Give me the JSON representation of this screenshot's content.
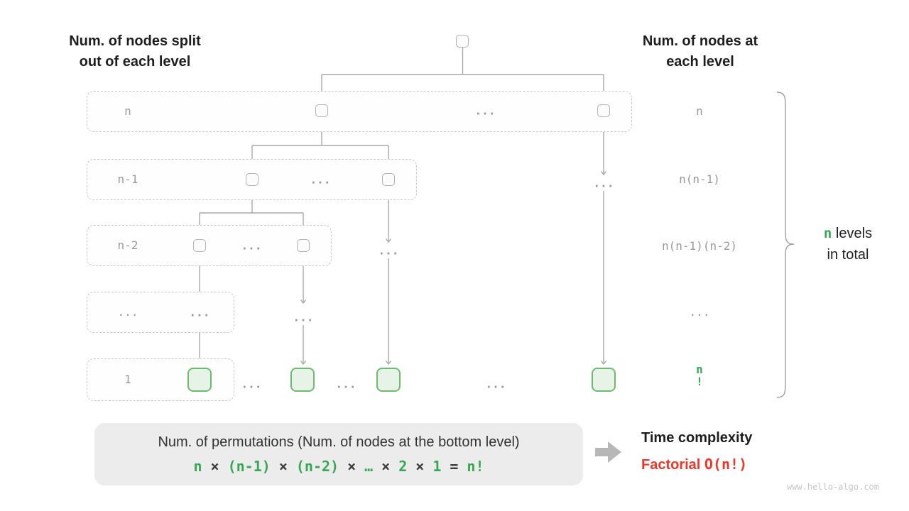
{
  "headers": {
    "left": "Num. of nodes split\nout of each level",
    "right": "Num. of nodes at\neach level"
  },
  "ellipsis": "...",
  "tree": {
    "levels": [
      {
        "split_label": "n",
        "count_label": "n"
      },
      {
        "split_label": "n-1",
        "count_label": "n(n-1)"
      },
      {
        "split_label": "n-2",
        "count_label": "n(n-1)(n-2)"
      },
      {
        "split_label": "...",
        "count_label": "..."
      },
      {
        "split_label": "1",
        "count_label": "n\n!"
      }
    ]
  },
  "brace": {
    "n": "n",
    "line1_rest": " levels",
    "line2": "in total"
  },
  "formula": {
    "title": "Num. of permutations (Num. of nodes at the bottom level)",
    "tokens": [
      "n",
      "×",
      "(n-1)",
      "×",
      "(n-2)",
      "×",
      "…",
      "×",
      "2",
      "×",
      "1",
      "=",
      "n!"
    ]
  },
  "result": {
    "title": "Time complexity",
    "complexity_name": "Factorial",
    "complexity_value": "O(n!)"
  },
  "watermark": "www.hello-algo.com",
  "colors": {
    "green": "#34a853",
    "green_node_border": "#6dbb6d",
    "green_node_fill": "#e7f3e7",
    "red": "#ea3829",
    "gray_text": "#9a9a9a",
    "line": "#a8a8a8",
    "panel_bg": "#ececec"
  }
}
